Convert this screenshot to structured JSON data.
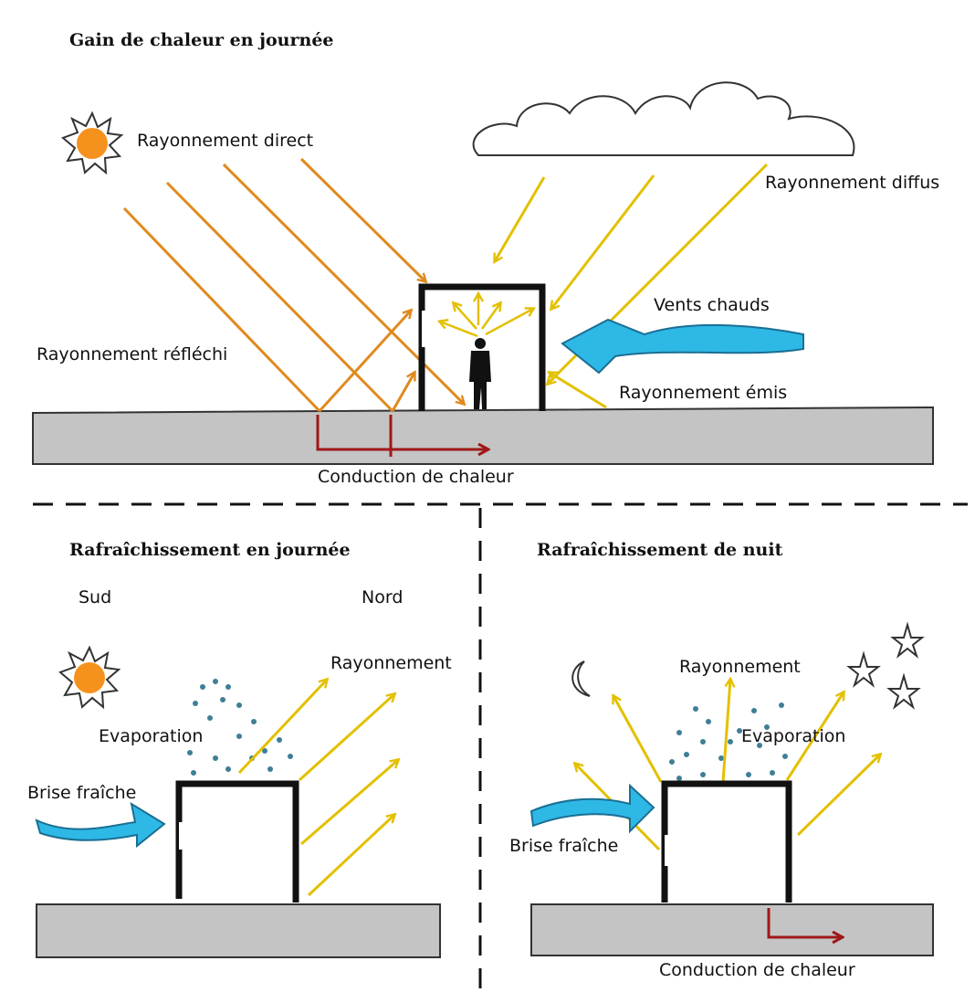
{
  "top": {
    "title": "Gain de chaleur en journée",
    "labels": {
      "direct": "Rayonnement direct",
      "diffus": "Rayonnement diffus",
      "vents": "Vents chauds",
      "reflechi": "Rayonnement réfléchi",
      "emis": "Rayonnement émis",
      "conduction": "Conduction de chaleur"
    }
  },
  "bottom_left": {
    "title": "Rafraîchissement en journée",
    "labels": {
      "sud": "Sud",
      "nord": "Nord",
      "rayonnement": "Rayonnement",
      "evaporation": "Evaporation",
      "brise": "Brise fraîche"
    }
  },
  "bottom_right": {
    "title": "Rafraîchissement de nuit",
    "labels": {
      "rayonnement": "Rayonnement",
      "evaporation": "Evaporation",
      "brise": "Brise fraîche",
      "conduction": "Conduction de chaleur"
    }
  },
  "icons": {
    "sun": "sun-icon",
    "cloud": "cloud-icon",
    "moon": "moon-icon",
    "star": "star-icon",
    "person": "person-icon",
    "wind": "wind-arrow-icon"
  },
  "colors": {
    "direct_ray": "#e08a1e",
    "yellow_ray": "#e3c000",
    "wind": "#2eb8e6",
    "conduction": "#a01818",
    "ground": "#c4c4c4",
    "sun": "#f5921e",
    "water_dots": "#3f7f96",
    "wall": "#111111"
  }
}
